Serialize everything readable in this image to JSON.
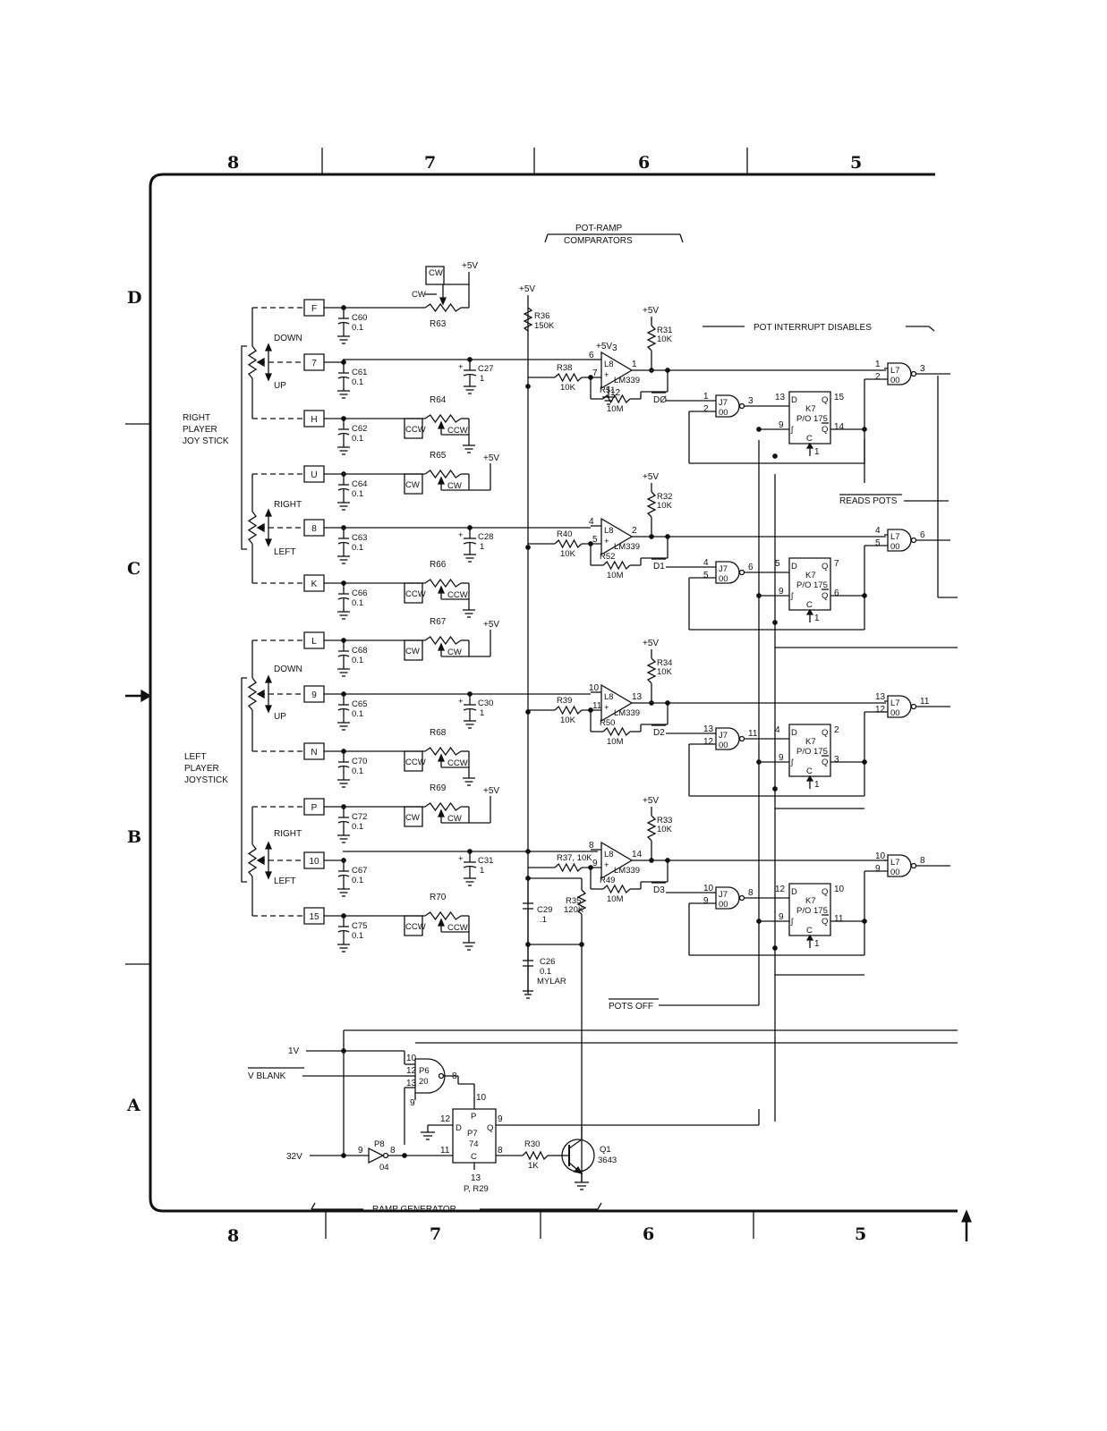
{
  "zones": {
    "top": [
      "8",
      "7",
      "6",
      "5"
    ],
    "bottom": [
      "8",
      "7",
      "6",
      "5"
    ],
    "rows": [
      "D",
      "C",
      "B",
      "A"
    ]
  },
  "titles": {
    "pot_ramp": [
      "POT-RAMP",
      "COMPARATORS"
    ],
    "pot_interrupt": "POT INTERRUPT DISABLES",
    "ramp_generator": "RAMP GENERATOR",
    "reads_pots": "READS POTS",
    "pots_off": "POTS OFF"
  },
  "joysticks": [
    {
      "label": [
        "RIGHT",
        "PLAYER",
        "JOY STICK"
      ],
      "dir1": "DOWN",
      "dir2": "UP",
      "dir3": "RIGHT",
      "dir4": "LEFT"
    },
    {
      "label": [
        "LEFT",
        "PLAYER",
        "JOYSTICK"
      ],
      "dir1": "DOWN",
      "dir2": "UP",
      "dir3": "RIGHT",
      "dir4": "LEFT"
    }
  ],
  "connectors": [
    "F",
    "7",
    "H",
    "U",
    "8",
    "K",
    "L",
    "9",
    "N",
    "P",
    "10",
    "15"
  ],
  "caps": [
    [
      "C60",
      "0.1"
    ],
    [
      "C61",
      "0.1"
    ],
    [
      "C62",
      "0.1"
    ],
    [
      "C64",
      "0.1"
    ],
    [
      "C63",
      "0.1"
    ],
    [
      "C66",
      "0.1"
    ],
    [
      "C68",
      "0.1"
    ],
    [
      "C65",
      "0.1"
    ],
    [
      "C70",
      "0.1"
    ],
    [
      "C72",
      "0.1"
    ],
    [
      "C67",
      "0.1"
    ],
    [
      "C75",
      "0.1"
    ]
  ],
  "trims": [
    {
      "name": "R63",
      "box": "CW",
      "dir": "CW"
    },
    {
      "name": "R64",
      "box": "CCW",
      "dir": "CCW"
    },
    {
      "name": "R65",
      "box": "CW",
      "dir": "CW"
    },
    {
      "name": "R66",
      "box": "CCW",
      "dir": "CCW"
    },
    {
      "name": "R67",
      "box": "CW",
      "dir": "CW"
    },
    {
      "name": "R68",
      "box": "CCW",
      "dir": "CCW"
    },
    {
      "name": "R69",
      "box": "CW",
      "dir": "CW"
    },
    {
      "name": "R70",
      "box": "CCW",
      "dir": "CCW"
    }
  ],
  "supply": "+5V",
  "big_caps": [
    [
      "C27",
      "1"
    ],
    [
      "C28",
      "1"
    ],
    [
      "C30",
      "1"
    ],
    [
      "C31",
      "1"
    ]
  ],
  "r36": [
    "R36",
    "150K"
  ],
  "comparators": [
    {
      "part": "L8",
      "type": "LM339",
      "pin_plus": "6",
      "pin_minus": "7",
      "pin_out": "1",
      "pin_v": "3",
      "pin_g": "12",
      "rin": [
        "R38",
        "10K"
      ],
      "rfb": [
        "R51",
        "10M"
      ],
      "rpu": [
        "R31",
        "10K"
      ],
      "d": "DØ"
    },
    {
      "part": "L8",
      "type": "LM339",
      "pin_plus": "4",
      "pin_minus": "5",
      "pin_out": "2",
      "rin": [
        "R40",
        "10K"
      ],
      "rfb": [
        "R52",
        "10M"
      ],
      "rpu": [
        "R32",
        "10K"
      ],
      "d": "D1"
    },
    {
      "part": "L8",
      "type": "LM339",
      "pin_plus": "10",
      "pin_minus": "11",
      "pin_out": "13",
      "rin": [
        "R39",
        "10K"
      ],
      "rfb": [
        "R50",
        "10M"
      ],
      "rpu": [
        "R34",
        "10K"
      ],
      "d": "D2"
    },
    {
      "part": "L8",
      "type": "LM339",
      "pin_plus": "8",
      "pin_minus": "9",
      "pin_out": "14",
      "rin": [
        "R37, 10K",
        ""
      ],
      "rfb": [
        "R49",
        "10M"
      ],
      "rpu": [
        "R33",
        "10K"
      ],
      "d": "D3"
    }
  ],
  "j7": [
    {
      "part": "J7",
      "type": "00",
      "a": "1",
      "b": "2",
      "y": "3"
    },
    {
      "part": "J7",
      "type": "00",
      "a": "4",
      "b": "5",
      "y": "6"
    },
    {
      "part": "J7",
      "type": "00",
      "a": "13",
      "b": "12",
      "y": "11"
    },
    {
      "part": "J7",
      "type": "00",
      "a": "10",
      "b": "9",
      "y": "8"
    }
  ],
  "k7": [
    {
      "part": "K7",
      "type": "P/O 175",
      "d": "13",
      "q": "15",
      "qb": "14",
      "clk": "9",
      "clr": "1"
    },
    {
      "part": "K7",
      "type": "P/O 175",
      "d": "5",
      "q": "7",
      "qb": "6",
      "clk": "9",
      "clr": "1"
    },
    {
      "part": "K7",
      "type": "P/O 175",
      "d": "4",
      "q": "2",
      "qb": "3",
      "clk": "9",
      "clr": "1"
    },
    {
      "part": "K7",
      "type": "P/O 175",
      "d": "12",
      "q": "10",
      "qb": "11",
      "clk": "9",
      "clr": "1"
    }
  ],
  "l7": [
    {
      "part": "L7",
      "type": "00",
      "a": "1",
      "b": "2",
      "y": "3"
    },
    {
      "part": "L7",
      "type": "00",
      "a": "4",
      "b": "5",
      "y": "6"
    },
    {
      "part": "L7",
      "type": "00",
      "a": "13",
      "b": "12",
      "y": "11"
    },
    {
      "part": "L7",
      "type": "00",
      "a": "10",
      "b": "9",
      "y": "8"
    }
  ],
  "filter": {
    "r35": [
      "R35",
      "120K"
    ],
    "c29": [
      "C29",
      ".1"
    ],
    "c26": [
      "C26",
      "0.1",
      "MYLAR"
    ]
  },
  "ramp": {
    "sig_1v": "1V",
    "sig_vblank": "V BLANK",
    "sig_32v": "32V",
    "p6": {
      "part": "P6",
      "type": "20",
      "pins": [
        "10",
        "12",
        "13",
        "9",
        "8"
      ]
    },
    "p8": {
      "part": "P8",
      "type": "04",
      "in": "9",
      "out": "8"
    },
    "p7": {
      "part": "P7",
      "type": "74",
      "pins": {
        "p": "10",
        "d": "12",
        "q": "9",
        "clk": "11",
        "qb": "8",
        "c": "13"
      },
      "letters": [
        "P",
        "D",
        "Q",
        "C"
      ]
    },
    "p7_note": "P, R29",
    "r30": [
      "R30",
      "1K"
    ],
    "q1": [
      "Q1",
      "3643"
    ]
  }
}
